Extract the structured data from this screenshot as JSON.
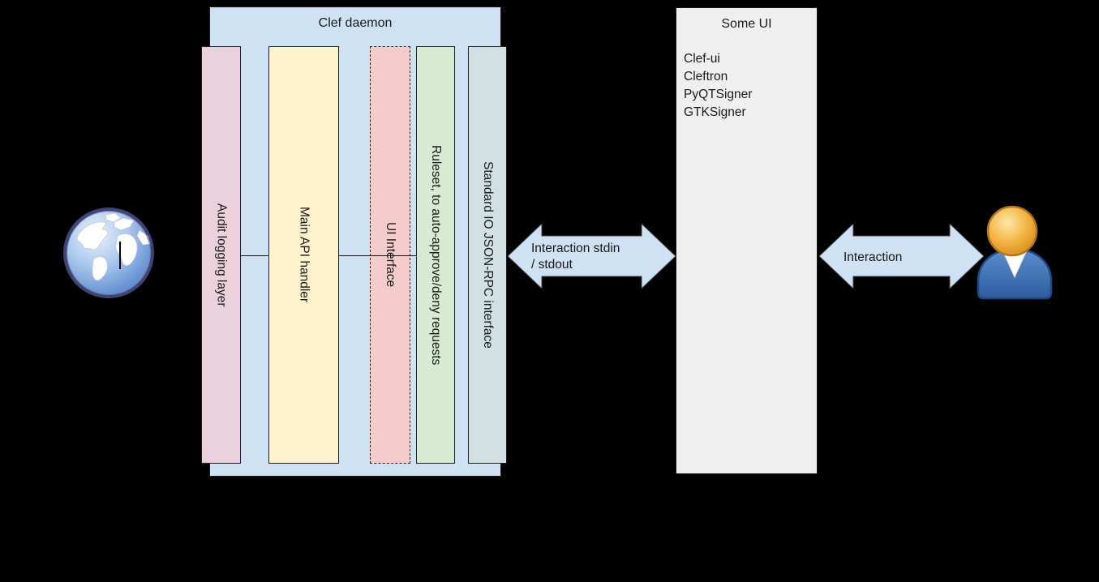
{
  "diagram": {
    "background": "#000000",
    "clef_daemon": {
      "title": "Clef daemon",
      "fill": "#cfe2f3",
      "components": [
        {
          "label": "Audit logging layer",
          "fill": "#ead1dc",
          "border_style": "solid"
        },
        {
          "label": "Main API handler",
          "fill": "#fff2cc",
          "border_style": "solid"
        },
        {
          "label": "UI Interface",
          "fill": "#f4cccc",
          "border_style": "dashed"
        },
        {
          "label": "Ruleset, to auto-approve/deny requests",
          "fill": "#d9ead3",
          "border_style": "solid"
        },
        {
          "label": "Standard IO JSON-RPC interface",
          "fill": "#d0e0e3",
          "border_style": "solid"
        }
      ]
    },
    "some_ui": {
      "title": "Some UI",
      "fill": "#efefef",
      "implementations": [
        "Clef-ui",
        "Cleftron",
        "PyQTSigner",
        "GTKSigner"
      ]
    },
    "connections": {
      "stdio_arrow": {
        "line1": "Interaction stdin",
        "line2": "/ stdout",
        "fill": "#cfe2f3"
      },
      "user_arrow": {
        "label": "Interaction",
        "fill": "#cfe2f3"
      }
    },
    "icons": {
      "globe": "globe-icon",
      "person": "person-icon"
    }
  }
}
